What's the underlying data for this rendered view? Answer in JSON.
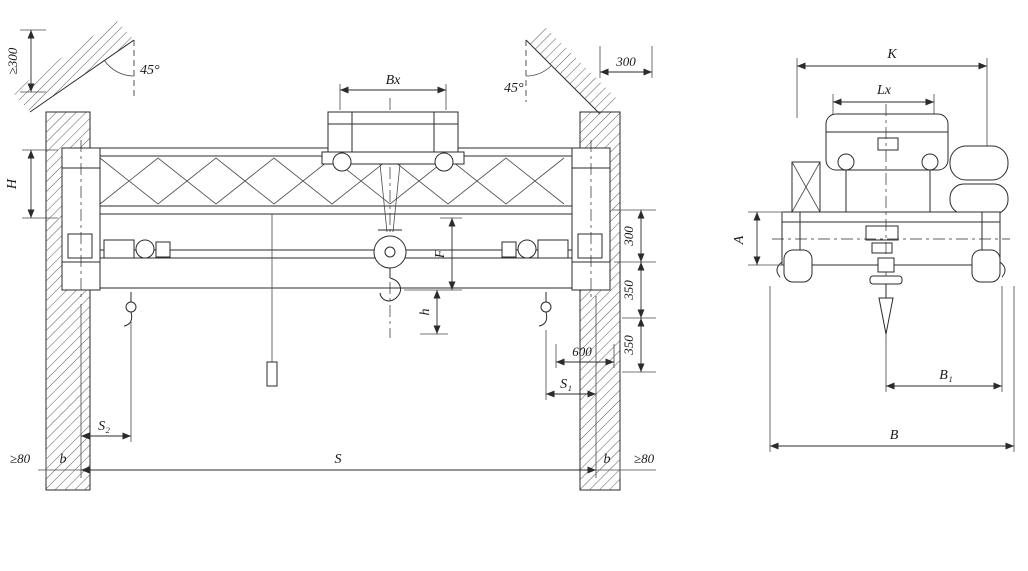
{
  "colors": {
    "ink": "#2b2b2b",
    "background": "#ffffff"
  },
  "front_view": {
    "labels": {
      "min_clearance_top": "≥300",
      "roof_angle_left": "45°",
      "roof_angle_right": "45°",
      "trolley_gauge": "Bx",
      "wall_offset_top_right": "300",
      "rail_height": "H",
      "hook_dim_f": "F",
      "hook_dim_h": "h",
      "side_300": "300",
      "side_350_upper": "350",
      "side_350_lower": "350",
      "wall_to_rail_600": "600",
      "hook_approach_right": "S₁",
      "hook_approach_left": "S₂",
      "span": "S",
      "rail_margin_left": "b",
      "rail_margin_right": "b",
      "min_clearance_bottom_left": "≥80",
      "min_clearance_bottom_right": "≥80"
    }
  },
  "end_view": {
    "labels": {
      "bridge_width_k": "K",
      "trolley_wheelbase_lx": "Lx",
      "girder_depth_a": "A",
      "hook_offset_b1": "B₁",
      "overall_width_b": "B"
    }
  }
}
